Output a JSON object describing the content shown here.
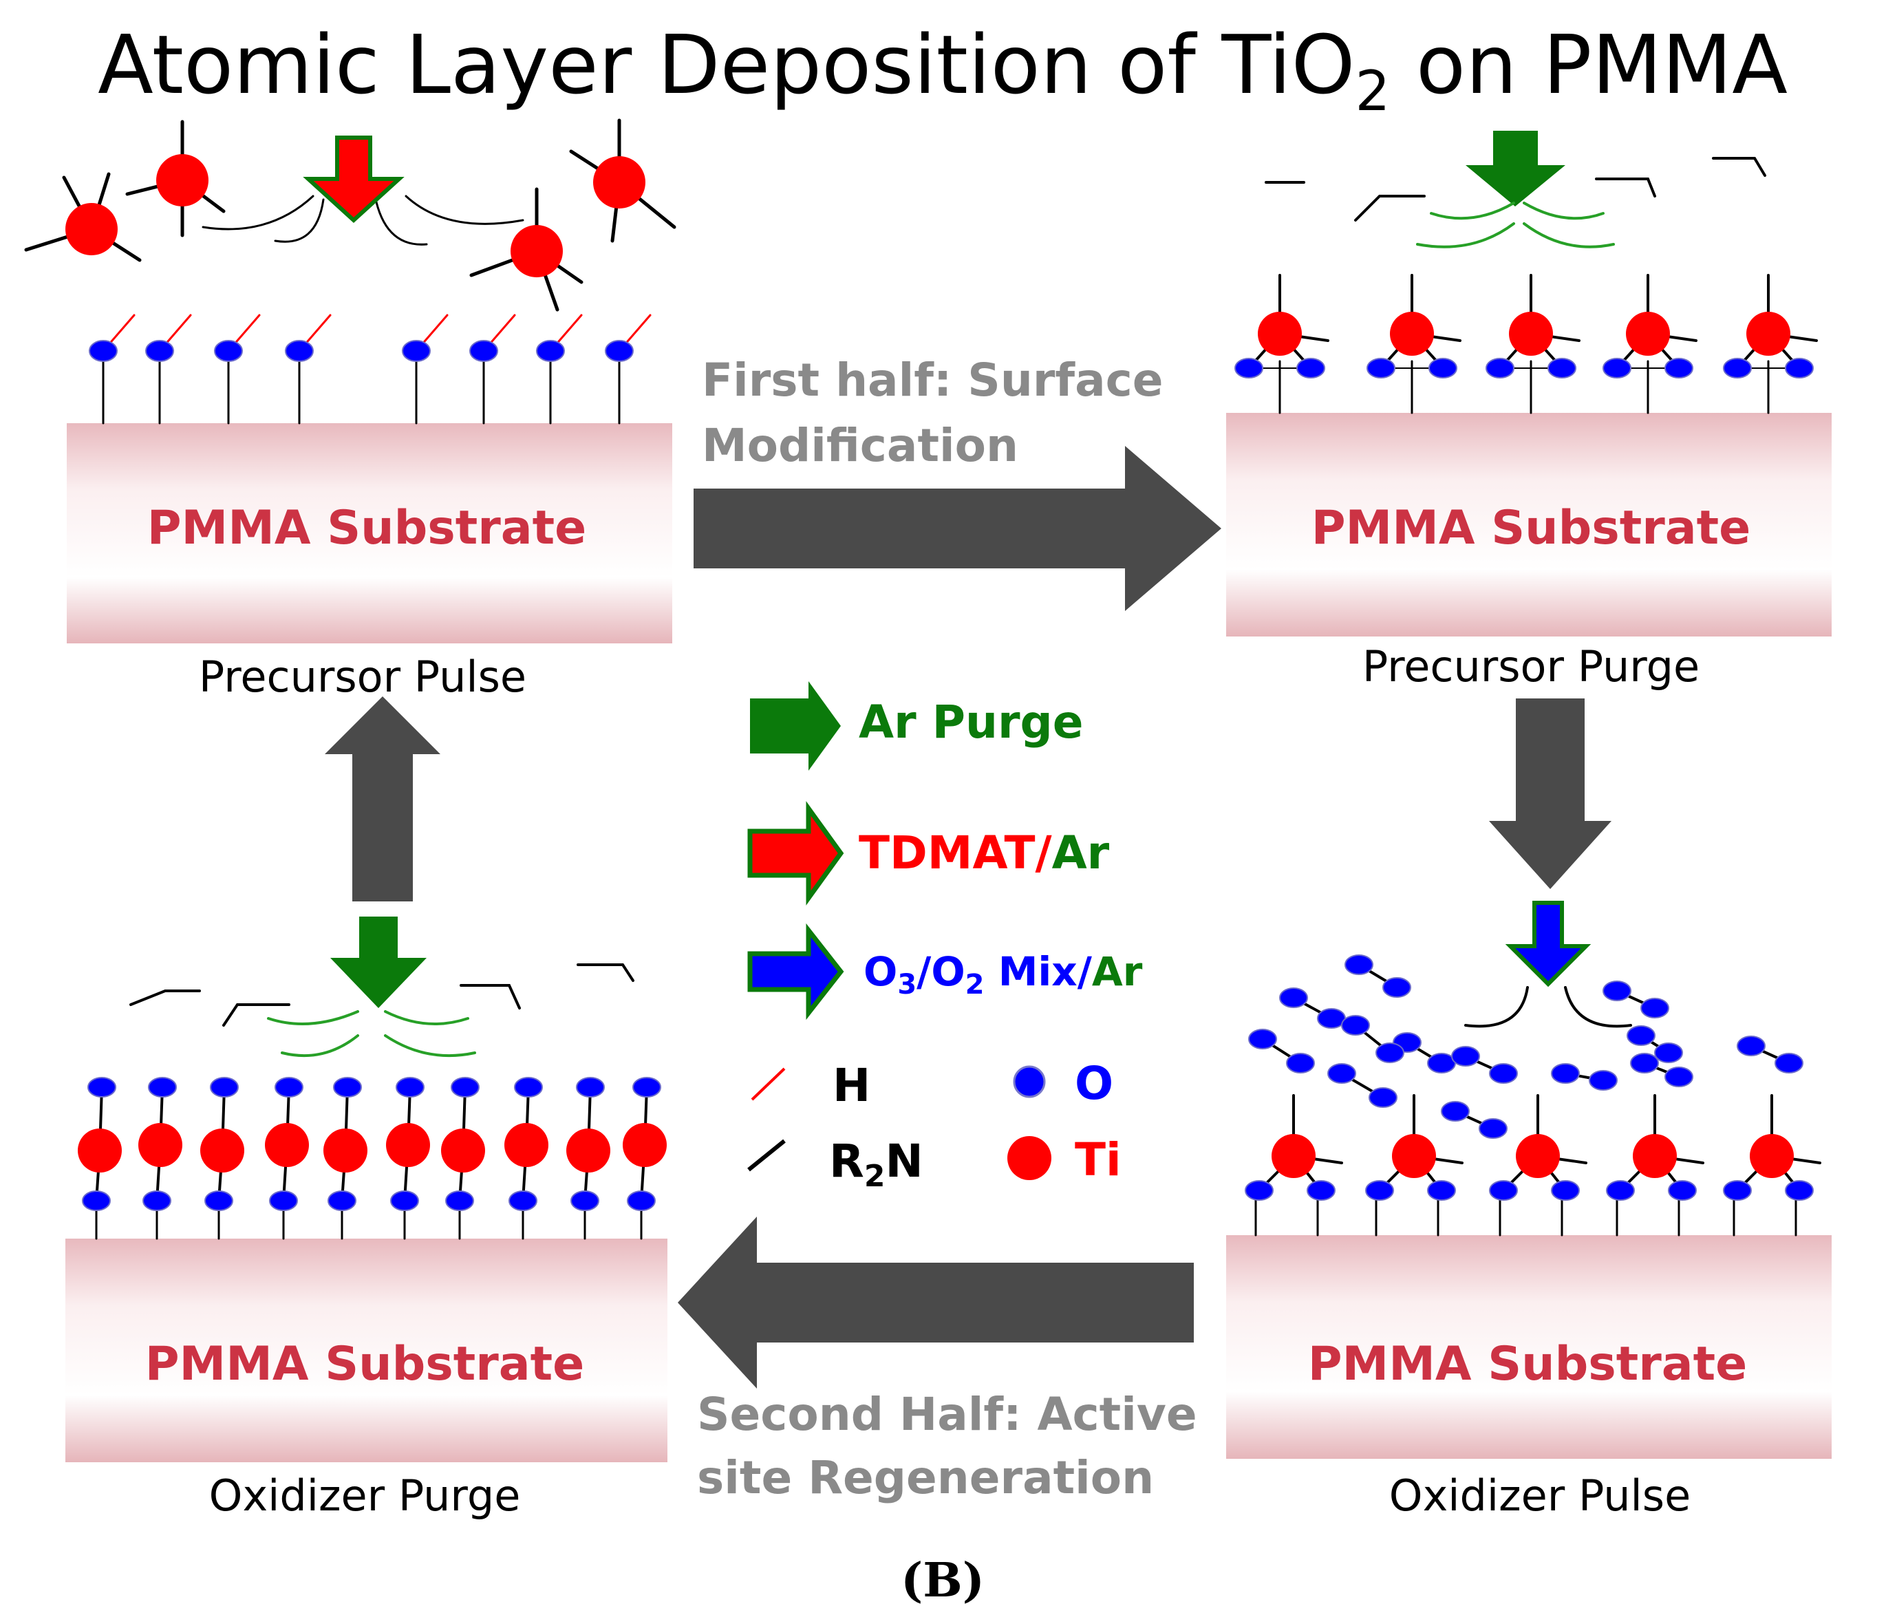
{
  "title": {
    "main": "Atomic Layer Deposition of TiO",
    "sub": "2",
    "tail": " on PMMA"
  },
  "panels": {
    "top_left": {
      "substrate": "PMMA Substrate",
      "caption": "Precursor Pulse"
    },
    "top_right": {
      "substrate": "PMMA Substrate",
      "caption": "Precursor Purge"
    },
    "bottom_right": {
      "substrate": "PMMA Substrate",
      "caption": "Oxidizer Pulse"
    },
    "bottom_left": {
      "substrate": "PMMA Substrate",
      "caption": "Oxidizer Purge"
    }
  },
  "steps": {
    "first_half_line1": "First half: Surface",
    "first_half_line2": "Modification",
    "second_half_line1": "Second Half: Active",
    "second_half_line2": "site Regeneration"
  },
  "legend": {
    "ar_purge": "Ar Purge",
    "tdmat": "TDMAT",
    "slash": "/",
    "ar": "Ar",
    "o3": "O",
    "o3_sub": "3",
    "o2": "/O",
    "o2_sub": "2",
    "mix": " Mix",
    "h": "H",
    "o": "O",
    "r2n_r": "R",
    "r2n_sub": "2",
    "r2n_n": "N",
    "ti": "Ti"
  },
  "panel_label": "(B)",
  "colors": {
    "ti": "#ff0000",
    "oxygen": "#0000ff",
    "argon": "#0b7a0b",
    "arrow_gray": "#4a4a4a",
    "substrate_text": "#cc3344",
    "step_text": "#8a8a8a"
  }
}
